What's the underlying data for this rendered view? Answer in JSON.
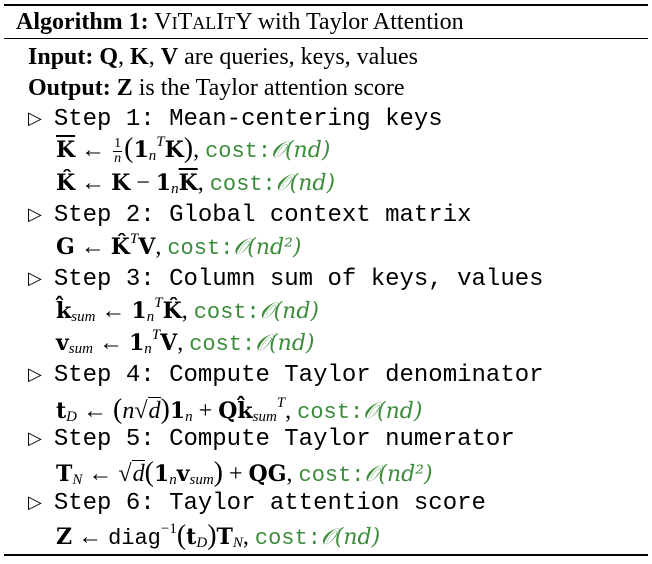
{
  "header": {
    "label": "Algorithm 1:",
    "name_caps": [
      "V",
      "I",
      "T",
      "AL",
      "I",
      "T",
      "Y"
    ],
    "suffix": "with Taylor Attention"
  },
  "io": {
    "input_kw": "Input:",
    "input_text": "are queries, keys, values",
    "output_kw": "Output:",
    "output_text": "is the Taylor attention score"
  },
  "steps": [
    "Step 1: Mean-centering keys",
    "Step 2: Global context matrix",
    "Step 3: Column sum of keys, values",
    "Step 4: Compute Taylor denominator",
    "Step 5: Compute Taylor numerator",
    "Step 6: Taylor attention score"
  ],
  "cost_label": "cost:",
  "costs": [
    "(nd)",
    "(nd)",
    "(nd²)",
    "(nd)",
    "(nd)",
    "(nd)",
    "(nd²)",
    "(nd)"
  ],
  "diag_label": "diag",
  "triangle": "▷"
}
